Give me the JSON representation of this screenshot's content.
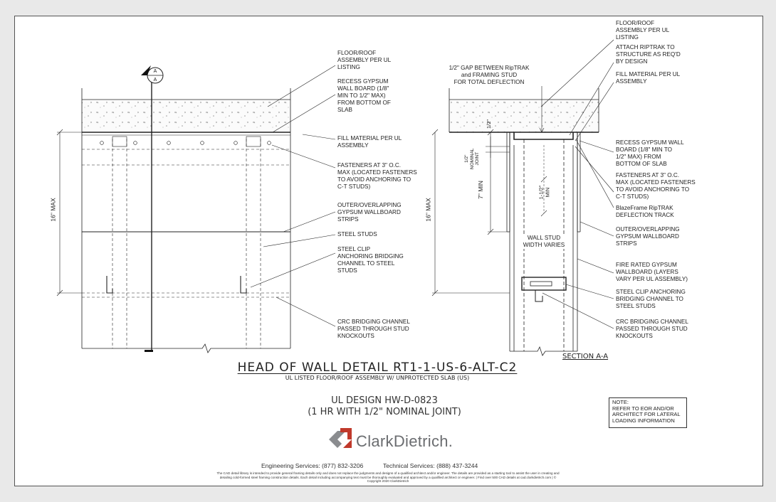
{
  "left_labels": [
    "FLOOR/ROOF\nASSEMBLY PER UL\nLISTING",
    "RECESS GYPSUM\nWALL BOARD (1/8\"\nMIN TO 1/2\" MAX)\nFROM BOTTOM OF\nSLAB",
    "FILL MATERIAL PER UL\nASSEMBLY",
    "FASTENERS AT 3\" O.C.\nMAX (LOCATED FASTENERS\nTO AVOID ANCHORING TO\nC-T STUDS)",
    "OUTER/OVERLAPPING\nGYPSUM WALLBOARD\nSTRIPS",
    "STEEL STUDS",
    "STEEL CLIP\nANCHORING BRIDGING\nCHANNEL TO STEEL\nSTUDS",
    "CRC BRIDGING CHANNEL\nPASSED THROUGH STUD\nKNOCKOUTS"
  ],
  "right_labels": [
    "FLOOR/ROOF\nASSEMBLY PER UL\nLISTING",
    "ATTACH RipTRAK TO\nSTRUCTURE AS REQ'D\nBY DESIGN",
    "FILL MATERIAL PER UL\nASSEMBLY",
    "RECESS GYPSUM WALL\nBOARD (1/8\" MIN TO\n1/2\" MAX) FROM\nBOTTOM OF SLAB",
    "FASTENERS AT 3\" O.C.\nMAX (LOCATED FASTENERS\nTO AVOID ANCHORING TO\nC-T STUDS)",
    "BlazeFrame RipTRAK\nDEFLECTION TRACK",
    "OUTER/OVERLAPPING\nGYPSUM WALLBOARD\nSTRIPS",
    "FIRE RATED GYPSUM\nWALLBOARD (LAYERS\nVARY PER UL ASSEMBLY)",
    "STEEL CLIP ANCHORING\nBRIDGING CHANNEL TO\nSTEEL STUDS",
    "CRC BRIDGING CHANNEL\nPASSED THROUGH STUD\nKNOCKOUTS"
  ],
  "gap_label": "1/2\" GAP BETWEEN RipTRAK\nand FRAMING STUD\nFOR TOTAL DEFLECTION",
  "wall_stud_label": "WALL STUD\nWIDTH VARIES",
  "dims": {
    "max16_left": "16\" MAX",
    "max16_right": "16\" MAX",
    "nominal_joint": "1/2\"\nNOMINAL\nJOINT",
    "half": "1/2\"",
    "min7": "7\" MIN",
    "min_1_half": "1-1/2\"\nMIN"
  },
  "section_marker": {
    "top": "A",
    "bottom": "A"
  },
  "section_title": "SECTION A-A",
  "title": "HEAD OF WALL DETAIL RT1-1-US-6-ALT-C2",
  "subtitle": "UL LISTED FLOOR/ROOF ASSEMBLY W/ UNPROTECTED SLAB (US)",
  "design_line1": "UL DESIGN HW-D-0823",
  "design_line2": "(1 HR WITH 1/2\" NOMINAL JOINT)",
  "note": "NOTE:\nREFER TO EOR AND/OR\nARCHITECT FOR LATERAL\nLOADING INFORMATION",
  "brand": "ClarkDietrich.",
  "engineering": "Engineering Services: (877) 832-3206",
  "technical": "Technical Services: (888) 437-3244",
  "disclaimer": "The CAD detail library is intended to provide general framing details only and does not replace the judgments and designs of a qualified architect and/or engineer. The details are provided as a starting tool to assist the user in creating and detailing cold-formed steel framing construction details. Each detail including accompanying text must be thoroughly evaluated and approved by a qualified architect or engineer.   |   Find over 500 CAD details at cad.clarkdietrich.com   |   © Copyright 2020 ClarkDietrich",
  "colors": {
    "logo_red": "#c0392b",
    "logo_gray": "#8a8c8f",
    "line": "#222222"
  }
}
